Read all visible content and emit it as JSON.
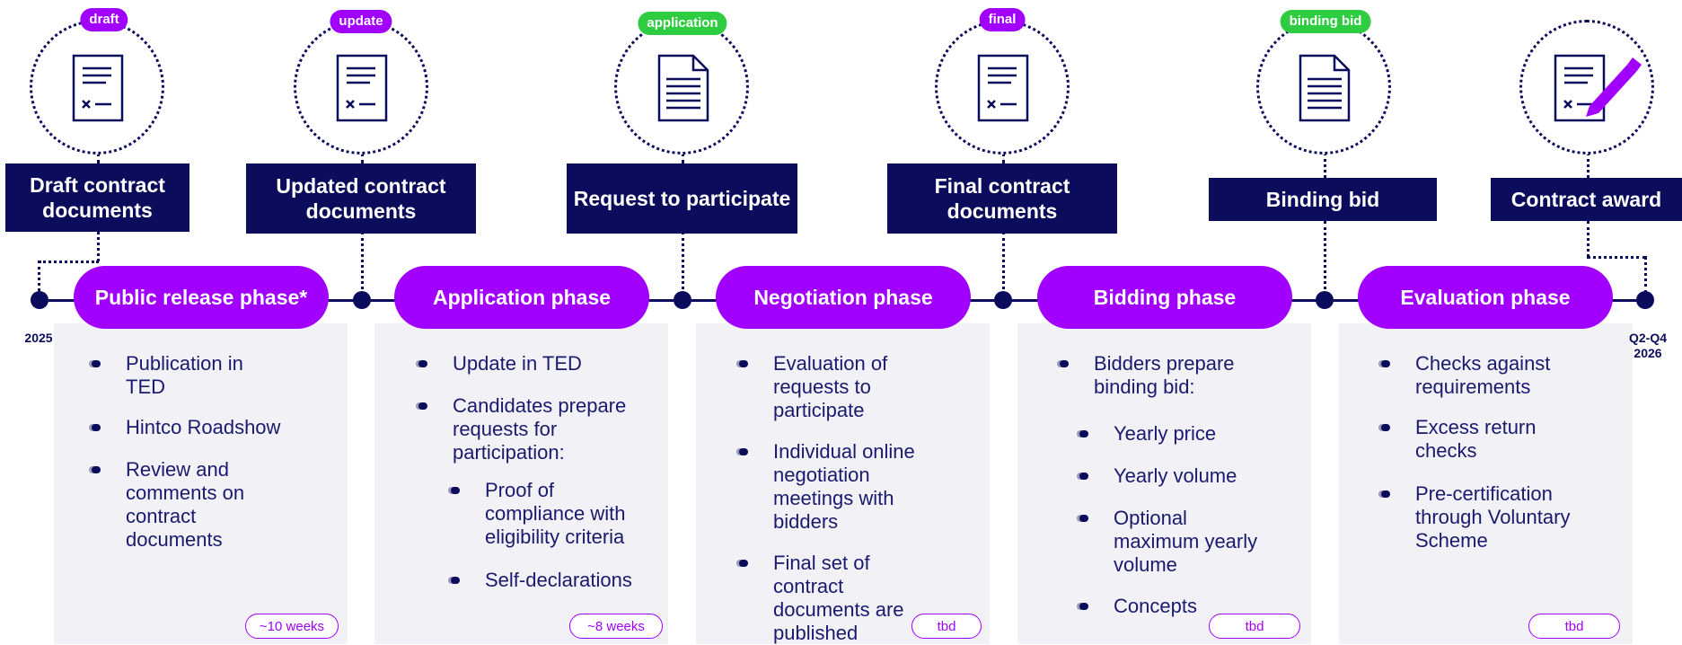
{
  "timeline": {
    "start_label": "2025",
    "end_label": "Q2-Q4\n2026"
  },
  "milestones": [
    {
      "tag": "draft",
      "tag_color": "#a100ff",
      "label": "Draft contract documents",
      "icon": "contract-document-icon"
    },
    {
      "tag": "update",
      "tag_color": "#a100ff",
      "label": "Updated contract documents",
      "icon": "contract-document-icon"
    },
    {
      "tag": "application",
      "tag_color": "#2ecc40",
      "label": "Request to participate",
      "icon": "text-document-icon"
    },
    {
      "tag": "final",
      "tag_color": "#a100ff",
      "label": "Final contract documents",
      "icon": "contract-document-icon"
    },
    {
      "tag": "binding bid",
      "tag_color": "#2ecc40",
      "label": "Binding bid",
      "icon": "text-document-icon"
    },
    {
      "tag": "",
      "tag_color": "",
      "label": "Contract award",
      "icon": "signing-pen-icon"
    }
  ],
  "phases": [
    {
      "title": "Public release phase*",
      "duration": "~10 weeks",
      "bullets": [
        "Publication in TED",
        "Hintco Roadshow",
        "Review and comments on contract documents"
      ],
      "sub_bullets": []
    },
    {
      "title": "Application phase",
      "duration": "~8 weeks",
      "bullets": [
        "Update in TED",
        "Candidates prepare requests for participation:"
      ],
      "sub_bullets": [
        "Proof of compliance with eligibility criteria",
        "Self-declarations"
      ]
    },
    {
      "title": "Negotiation phase",
      "duration": "tbd",
      "bullets": [
        "Evaluation of requests to participate",
        "Individual online negotiation meetings with bidders",
        "Final set of contract documents are published"
      ],
      "sub_bullets": []
    },
    {
      "title": "Bidding phase",
      "duration": "tbd",
      "bullets": [
        "Bidders prepare binding bid:"
      ],
      "sub_bullets": [
        "Yearly price",
        "Yearly volume",
        "Optional maximum yearly volume",
        "Concepts"
      ]
    },
    {
      "title": "Evaluation phase",
      "duration": "tbd",
      "bullets": [
        "Checks against requirements",
        "Excess return checks",
        "Pre-certification through Voluntary Scheme"
      ],
      "sub_bullets": []
    }
  ],
  "colors": {
    "navy": "#0c0c5c",
    "purple": "#a100ff",
    "green": "#2ecc40",
    "panel": "#f1f1f6"
  }
}
